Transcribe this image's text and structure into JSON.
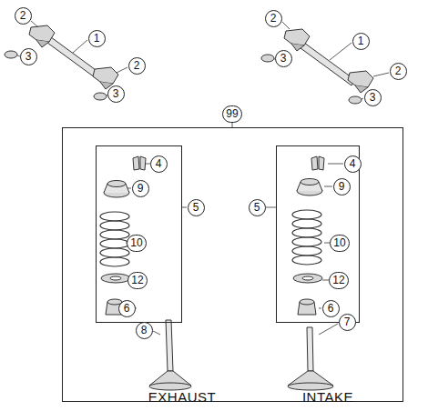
{
  "diagram": {
    "nodes": [
      {
        "text": [
          "99"
        ]
      },
      {
        "text": [
          "5"
        ],
        "in": 0
      },
      {
        "text": [
          "5"
        ],
        "in": 0
      }
    ],
    "labels": [
      "2",
      "1",
      "3",
      "2",
      "3",
      "2",
      "1",
      "3",
      "2",
      "3",
      "4",
      "9",
      "10",
      "12",
      "6",
      "8",
      "EXHAUST",
      "4",
      "9",
      "10",
      "12",
      "6",
      "7",
      "INTAKE"
    ]
  }
}
